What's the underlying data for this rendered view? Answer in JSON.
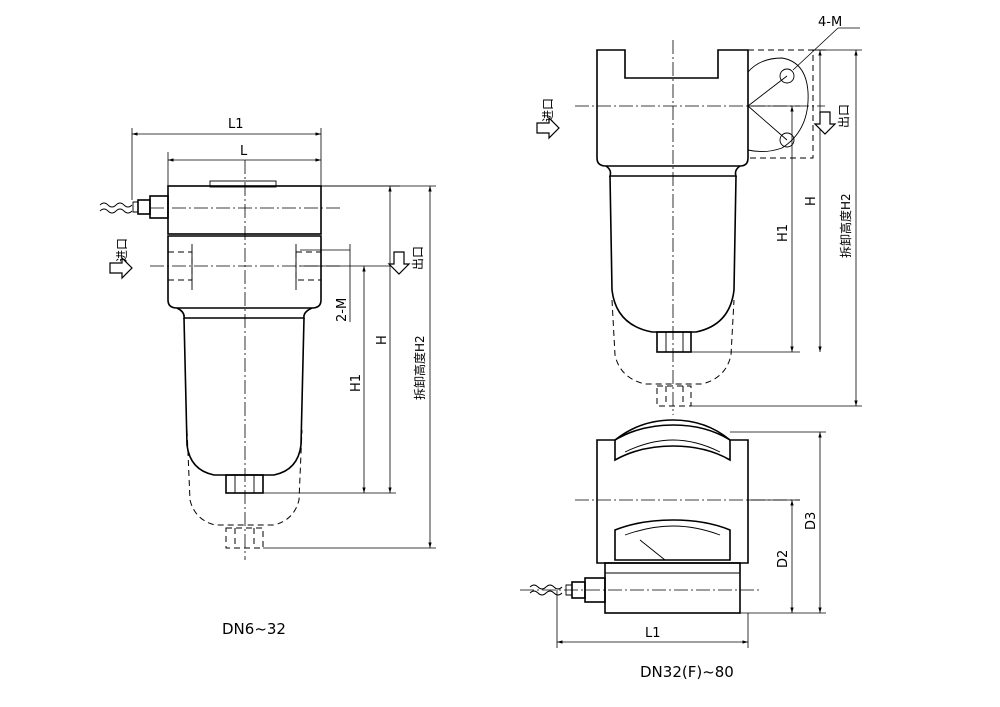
{
  "left_drawing": {
    "caption": "DN6~32",
    "dim_L1": "L1",
    "dim_L": "L",
    "dim_H": "H",
    "dim_H1": "H1",
    "dim_2M": "2-M",
    "dim_H2": "拆卸高度H2",
    "inlet": "进口",
    "outlet": "出口"
  },
  "right_drawing": {
    "caption": "DN32(F)~80",
    "dim_4M": "4-M",
    "dim_H": "H",
    "dim_H1": "H1",
    "dim_H2": "拆卸高度H2",
    "dim_L1": "L1",
    "dim_D2": "D2",
    "dim_D3": "D3",
    "inlet": "进口",
    "outlet": "出口"
  }
}
